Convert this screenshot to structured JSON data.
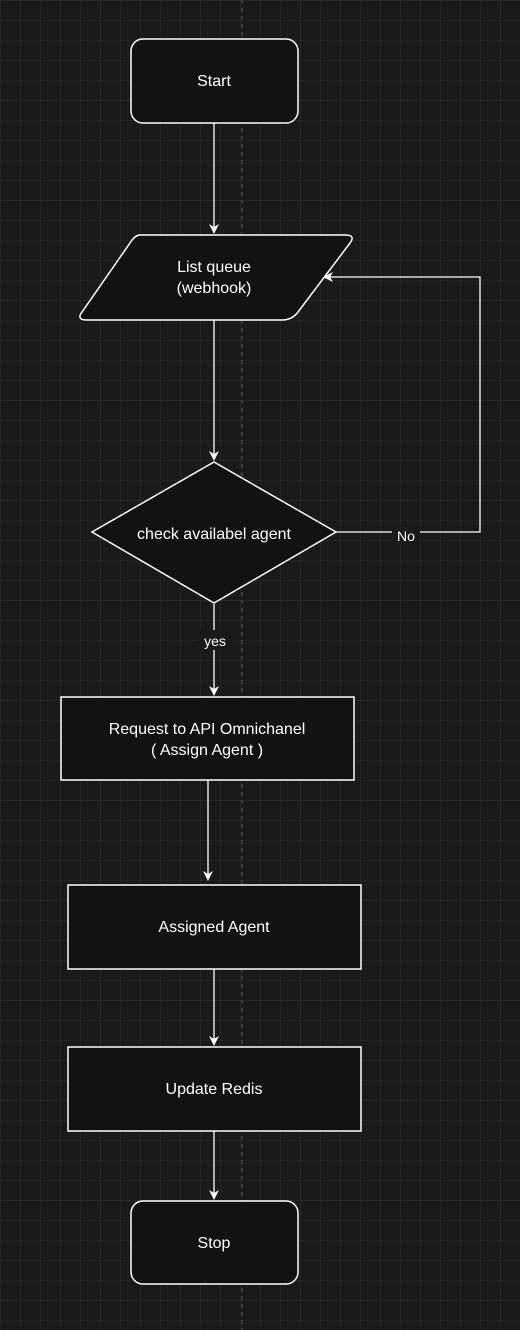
{
  "diagram": {
    "type": "flowchart",
    "nodes": {
      "start": {
        "label": "Start",
        "shape": "rounded-rectangle"
      },
      "list_queue": {
        "lines": [
          "List queue",
          "(webhook)"
        ],
        "shape": "parallelogram"
      },
      "check_agent": {
        "label": "check availabel agent",
        "shape": "diamond"
      },
      "request_api": {
        "lines": [
          "Request to API Omnichanel",
          "( Assign Agent )"
        ],
        "shape": "rectangle"
      },
      "assigned_agent": {
        "label": "Assigned Agent",
        "shape": "rectangle"
      },
      "update_redis": {
        "label": "Update Redis",
        "shape": "rectangle"
      },
      "stop": {
        "label": "Stop",
        "shape": "rounded-rectangle"
      }
    },
    "edges": {
      "yes_label": "yes",
      "no_label": "No"
    },
    "colors": {
      "background": "#1a1a1a",
      "grid_minor": "#2b2b2b",
      "node_fill": "#121212",
      "stroke": "#ffffff",
      "text": "#ffffff"
    }
  }
}
